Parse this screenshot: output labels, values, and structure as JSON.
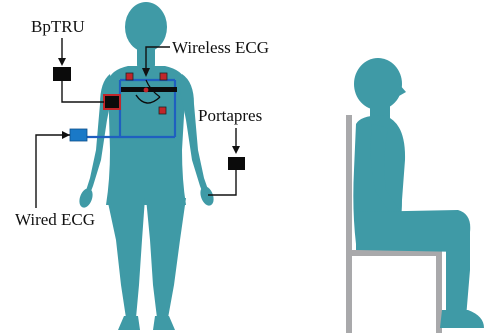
{
  "labels": {
    "bptru": "BpTRU",
    "wireless_ecg": "Wireless ECG",
    "portapres": "Portapres",
    "wired_ecg": "Wired ECG"
  },
  "colors": {
    "body": "#3f9aa6",
    "chair": "#a9a9ab",
    "wire_blue": "#1f5fc0",
    "device_black": "#0b0b0b",
    "electrode_red": "#c0262a",
    "wired_ecg_box": "#1a79c7",
    "leader_line": "#111111"
  },
  "icons": {
    "standing_figure": "human-front-silhouette",
    "seated_figure": "human-side-silhouette",
    "chair": "chair-side-view"
  }
}
